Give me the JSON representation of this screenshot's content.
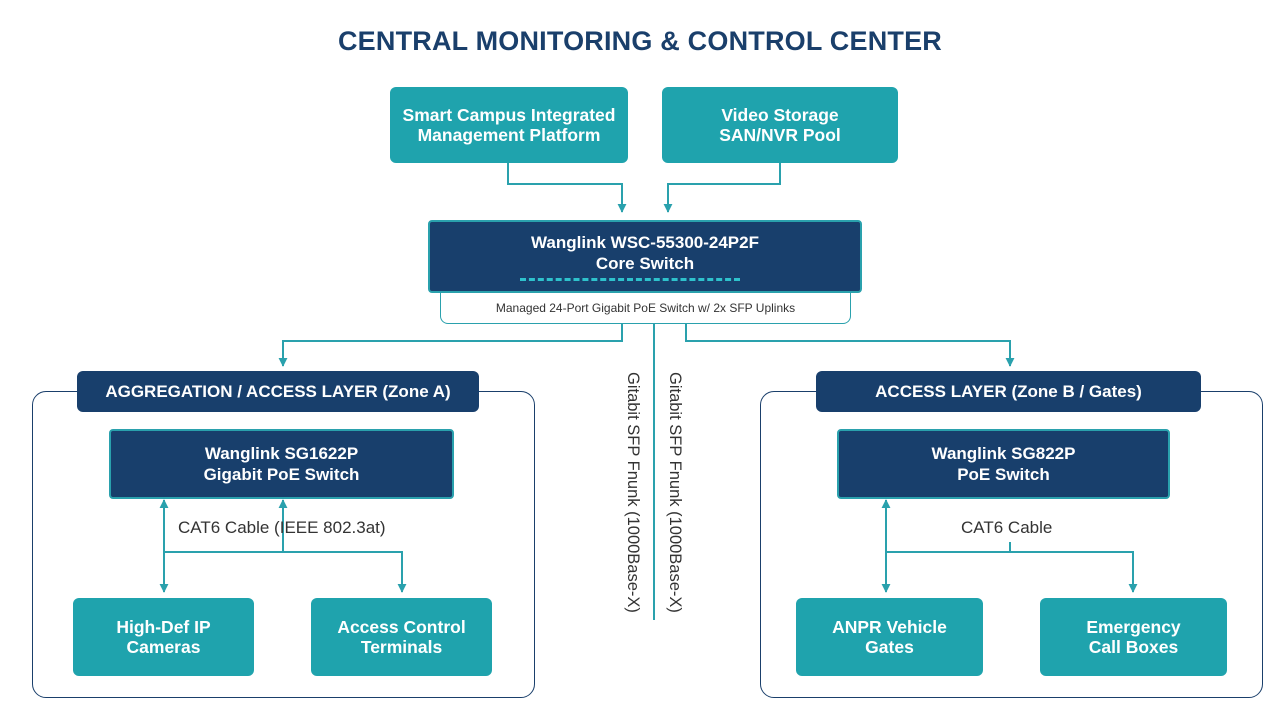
{
  "title": "CENTRAL MONITORING & CONTROL CENTER",
  "top": {
    "platform": [
      "Smart Campus Integrated",
      "Management Platform"
    ],
    "storage": [
      "Video Storage",
      "SAN/NVR Pool"
    ]
  },
  "core": {
    "name": "Wanglink WSC-55300-24P2F",
    "role": "Core Switch",
    "subtitle": "Managed 24-Port Gigabit PoE Switch w/ 2x SFP Uplinks"
  },
  "trunk_labels": {
    "left": "Gitabit SFP Fnunk (1000Base-X)",
    "right": "Gitabit SFP Fnunk (1000Base-X)"
  },
  "zone_a": {
    "header": "AGGREGATION / ACCESS LAYER (Zone A)",
    "switch": [
      "Wanglink SG1622P",
      "Gigabit PoE Switch"
    ],
    "cable": "CAT6 Cable (IEEE 802.3at)",
    "device1": [
      "High-Def IP",
      "Cameras"
    ],
    "device2": [
      "Access Control",
      "Terminals"
    ]
  },
  "zone_b": {
    "header": "ACCESS LAYER (Zone B / Gates)",
    "switch": [
      "Wanglink SG822P",
      "PoE Switch"
    ],
    "cable": "CAT6 Cable",
    "device1": [
      "ANPR Vehicle",
      "Gates"
    ],
    "device2": [
      "Emergency",
      "Call Boxes"
    ]
  },
  "colors": {
    "navy": "#183f6c",
    "teal": "#1fa3ad",
    "line": "#2aa1ad"
  }
}
